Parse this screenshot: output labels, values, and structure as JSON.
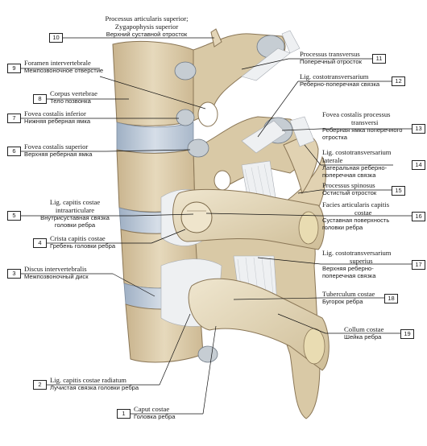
{
  "labels": [
    {
      "num": "10",
      "la": "Processus articularis superior;",
      "la2": "Zygapophysis superior",
      "ru": "Верхний суставной отросток"
    },
    {
      "num": "9",
      "la": "Foramen intervertebrale",
      "ru": "Межпозвоночное отверстие"
    },
    {
      "num": "8",
      "la": "Corpus vertebrae",
      "ru": "Тело позвонка"
    },
    {
      "num": "7",
      "la": "Fovea costalis inferior",
      "ru": "Нижняя реберная ямка"
    },
    {
      "num": "6",
      "la": "Fovea costalis superior",
      "ru": "Верхняя реберная ямка"
    },
    {
      "num": "5",
      "la": "Lig. capitis costae",
      "la2": "intraarticulare",
      "ru": "Внутрисуставная связка",
      "ru2": "головки ребра"
    },
    {
      "num": "4",
      "la": "Crista capitis costae",
      "ru": "Гребень головки ребра"
    },
    {
      "num": "3",
      "la": "Discus intervertebralis",
      "ru": "Межпозвоночный диск"
    },
    {
      "num": "2",
      "la": "Lig. capitis costae radiatum",
      "ru": "Лучистая связка головки ребра"
    },
    {
      "num": "1",
      "la": "Caput costae",
      "ru": "Головка ребра"
    },
    {
      "num": "11",
      "la": "Processus transversus",
      "ru": "Поперечный отросток"
    },
    {
      "num": "12",
      "la": "Lig. costotransversarium",
      "ru": "Реберно-поперечная связка"
    },
    {
      "num": "13",
      "la": "Fovea costalis processus",
      "la2": "transversi",
      "ru": "Реберная ямка поперечного",
      "ru2": "отростка"
    },
    {
      "num": "14",
      "la": "Lig. costotransversarium",
      "la2": "laterale",
      "ru": "Латеральная реберно-",
      "ru2": "поперечная связка"
    },
    {
      "num": "15",
      "la": "Processus spinosus",
      "ru": "Остистый отросток"
    },
    {
      "num": "16",
      "la": "Facies articularis capitis",
      "la2": "costae",
      "ru": "Суставная поверхность",
      "ru2": "головки ребра"
    },
    {
      "num": "17",
      "la": "Lig. costotransversarium",
      "la2": "superius",
      "ru": "Верхняя реберно-",
      "ru2": "поперечная связка"
    },
    {
      "num": "18",
      "la": "Tuberculum costae",
      "ru": "Бугорок ребра"
    },
    {
      "num": "19",
      "la": "Collum costae",
      "ru": "Шейка ребра"
    }
  ]
}
